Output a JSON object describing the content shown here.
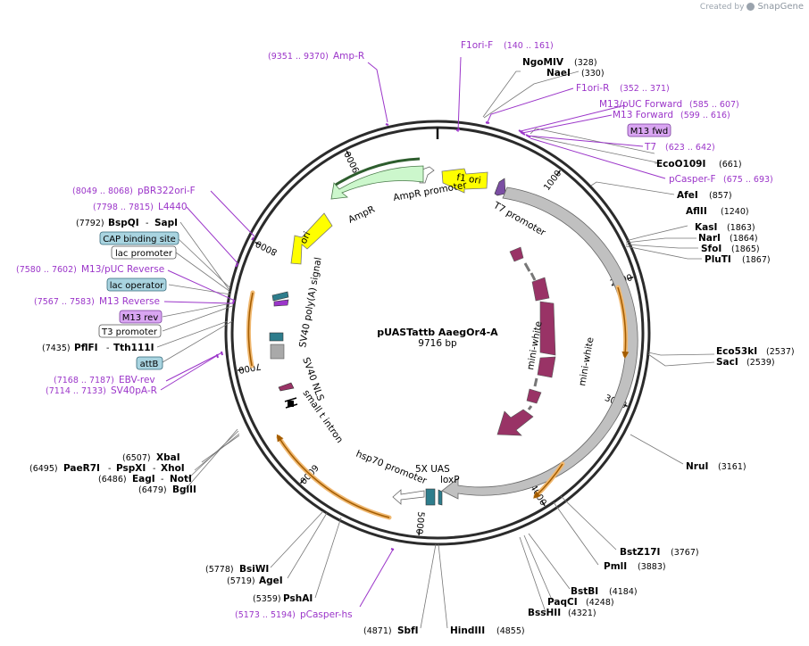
{
  "brand": {
    "prefix": "Created by",
    "name": "SnapGene"
  },
  "plasmid": {
    "name": "pUASTattb AaegOr4-A",
    "size_label": "9716 bp",
    "length": 9716
  },
  "ticks": [
    {
      "pos": 1000,
      "label": "1000"
    },
    {
      "pos": 2000,
      "label": "2000"
    },
    {
      "pos": 3000,
      "label": "3000"
    },
    {
      "pos": 4000,
      "label": "4000"
    },
    {
      "pos": 5000,
      "label": "5000"
    },
    {
      "pos": 6000,
      "label": "6000"
    },
    {
      "pos": 7000,
      "label": "7000"
    },
    {
      "pos": 8000,
      "label": "8000"
    },
    {
      "pos": 9000,
      "label": "9000"
    }
  ],
  "features": [
    {
      "name": "f1 ori",
      "label": "f1 ori",
      "color": "#ffff00"
    },
    {
      "name": "AmpR promoter",
      "label": "AmpR promoter",
      "color": "#ffffff"
    },
    {
      "name": "AmpR",
      "label": "AmpR",
      "color": "#ccf7cc"
    },
    {
      "name": "ori",
      "label": "ori",
      "color": "#ffff00"
    },
    {
      "name": "T7 promoter",
      "label": "T7 promoter",
      "color": "#7b4ea3"
    },
    {
      "name": "mini-white outer",
      "label": "mini-white",
      "color": "#c0c0c0"
    },
    {
      "name": "mini-white inner",
      "label": "mini-white",
      "color": "#993366"
    },
    {
      "name": "SV40 poly(A) signal",
      "label": "SV40 poly(A) signal",
      "color": "#6b6b6b"
    },
    {
      "name": "SV40 NLS",
      "label": "SV40 NLS",
      "color": "#993366"
    },
    {
      "name": "small t intron",
      "label": "small t intron",
      "color": "#000000"
    },
    {
      "name": "hsp70 promoter",
      "label": "hsp70 promoter",
      "color": "#ffffff"
    },
    {
      "name": "5X UAS",
      "label": "5X UAS",
      "color": "#2e7d8c"
    },
    {
      "name": "loxP",
      "label": "loxP",
      "color": "#2e7d8c"
    }
  ],
  "sites": [
    {
      "name": "NgoMIV",
      "pos": "(328)"
    },
    {
      "name": "NaeI",
      "pos": "(330)"
    },
    {
      "name": "EcoO109I",
      "pos": "(661)"
    },
    {
      "name": "AfeI",
      "pos": "(857)"
    },
    {
      "name": "AflII",
      "pos": "(1240)"
    },
    {
      "name": "KasI",
      "pos": "(1863)"
    },
    {
      "name": "NarI",
      "pos": "(1864)"
    },
    {
      "name": "SfoI",
      "pos": "(1865)"
    },
    {
      "name": "PluTI",
      "pos": "(1867)"
    },
    {
      "name": "Eco53kI",
      "pos": "(2537)"
    },
    {
      "name": "SacI",
      "pos": "(2539)"
    },
    {
      "name": "NruI",
      "pos": "(3161)"
    },
    {
      "name": "BstZ17I",
      "pos": "(3767)"
    },
    {
      "name": "PmlI",
      "pos": "(3883)"
    },
    {
      "name": "BstBI",
      "pos": "(4184)"
    },
    {
      "name": "PaqCI",
      "pos": "(4248)"
    },
    {
      "name": "BssHII",
      "pos": "(4321)"
    },
    {
      "name": "HindIII",
      "pos": "(4855)"
    },
    {
      "name": "SbfI",
      "pos": "(4871)"
    },
    {
      "name": "PshAI",
      "pos": "(5359)"
    },
    {
      "name": "AgeI",
      "pos": "(5719)"
    },
    {
      "name": "BsiWI",
      "pos": "(5778)"
    },
    {
      "name": "BglII",
      "pos": "(6479)"
    },
    {
      "name": "EagI",
      "pos": "(6486)"
    },
    {
      "name": "NotI",
      "pos": ""
    },
    {
      "name": "PaeR7I",
      "pos": "(6495)"
    },
    {
      "name": "PspXI",
      "pos": ""
    },
    {
      "name": "XhoI",
      "pos": ""
    },
    {
      "name": "XbaI",
      "pos": "(6507)"
    },
    {
      "name": "PflFI",
      "pos": "(7435)"
    },
    {
      "name": "Tth111I",
      "pos": ""
    },
    {
      "name": "BspQI",
      "pos": "(7792)"
    },
    {
      "name": "SapI",
      "pos": ""
    }
  ],
  "primers": [
    {
      "name": "F1ori-F",
      "pos": "(140 .. 161)"
    },
    {
      "name": "Amp-R",
      "pos": "(9351 .. 9370)"
    },
    {
      "name": "F1ori-R",
      "pos": "(352 .. 371)"
    },
    {
      "name": "M13/pUC Forward",
      "pos": "(585 .. 607)"
    },
    {
      "name": "M13 Forward",
      "pos": "(599 .. 616)"
    },
    {
      "name": "T7",
      "pos": "(623 .. 642)"
    },
    {
      "name": "pCasper-F",
      "pos": "(675 .. 693)"
    },
    {
      "name": "pBR322ori-F",
      "pos": "(8049 .. 8068)"
    },
    {
      "name": "L4440",
      "pos": "(7798 .. 7815)"
    },
    {
      "name": "M13/pUC Reverse",
      "pos": "(7580 .. 7602)"
    },
    {
      "name": "M13 Reverse",
      "pos": "(7567 .. 7583)"
    },
    {
      "name": "EBV-rev",
      "pos": "(7168 .. 7187)"
    },
    {
      "name": "SV40pA-R",
      "pos": "(7114 .. 7133)"
    },
    {
      "name": "pCasper-hs",
      "pos": "(5173 .. 5194)"
    }
  ],
  "boxed_labels": [
    {
      "name": "M13 fwd",
      "fill": "#d9a6f2",
      "stroke": "#7a3e9d"
    },
    {
      "name": "CAP binding site",
      "fill": "#a9d4e0",
      "stroke": "#35697a"
    },
    {
      "name": "lac promoter",
      "fill": "#ffffff",
      "stroke": "#555555"
    },
    {
      "name": "lac operator",
      "fill": "#a9d4e0",
      "stroke": "#35697a"
    },
    {
      "name": "M13 rev",
      "fill": "#d9a6f2",
      "stroke": "#7a3e9d"
    },
    {
      "name": "T3 promoter",
      "fill": "#ffffff",
      "stroke": "#555555"
    },
    {
      "name": "attB",
      "fill": "#a9d4e0",
      "stroke": "#35697a"
    }
  ],
  "colors": {
    "primer": "#9b35c9",
    "orf_arrow": "#e08a1e",
    "backbone": "#2b2b2b"
  }
}
